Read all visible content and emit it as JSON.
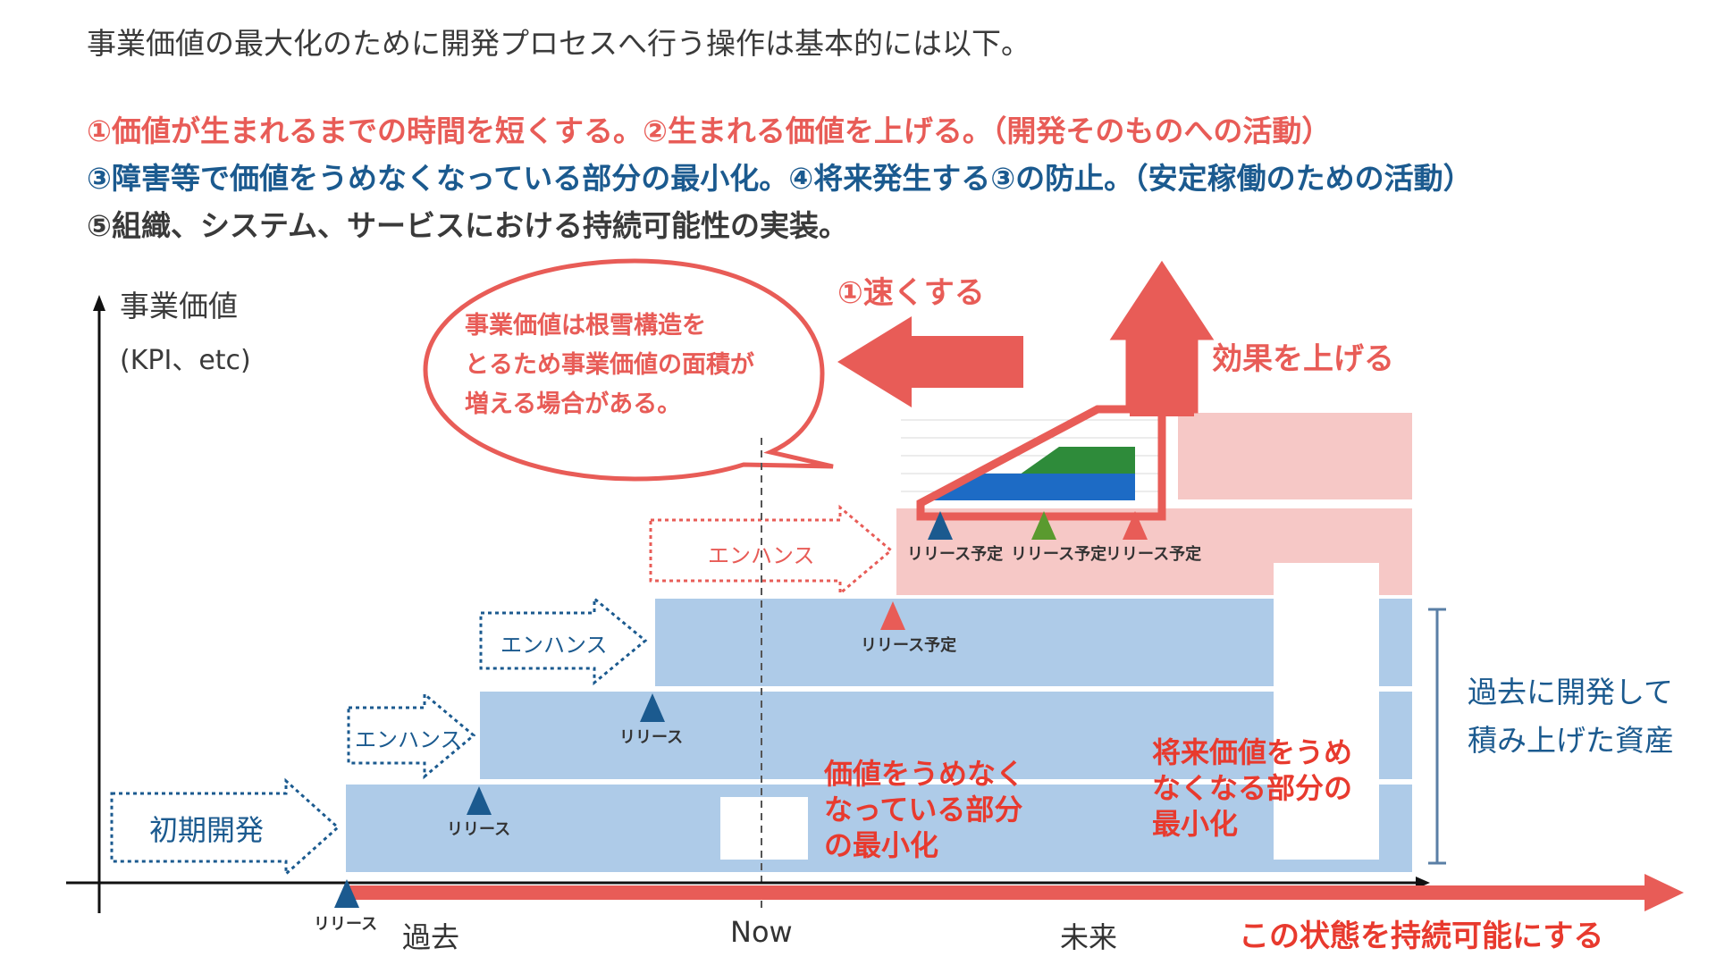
{
  "intro": "事業価値の最大化のために開発プロセスへ行う操作は基本的には以下。",
  "lines": [
    "①価値が生まれるまでの時間を短くする。②生まれる価値を上げる。（開発そのものへの活動）",
    "③障害等で価値をうめなくなっている部分の最小化。④将来発生する③の防止。（安定稼働のための活動）",
    "⑤組織、システム、サービスにおける持続可能性の実装。"
  ],
  "axis": {
    "y_label": "事業価値",
    "y_sub": "(KPI、etc)",
    "x_past": "過去",
    "x_now": "Now",
    "x_future": "未来"
  },
  "bubble": {
    "lines": [
      "事業価値は根雪構造を",
      "とるため事業価値の面積が",
      "増える場合がある。"
    ]
  },
  "speed_label": "①速くする",
  "effect_label": "効果を上げる",
  "steps": {
    "initial": "初期開発",
    "enhance": "エンハンス",
    "release": "リリース",
    "release_planned": "リリース予定"
  },
  "minimize_label": [
    "価値をうめなく",
    "なっている部分",
    "の最小化"
  ],
  "future_label": [
    "将来価値をうめ",
    "なくなる部分の",
    "最小化"
  ],
  "assets_label": [
    "過去に開発して",
    "積み上げた資産"
  ],
  "sustain_label": "この状態を持続可能にする",
  "colors": {
    "red": "#e85c57",
    "blue_dark": "#1b5a8f",
    "blue_light": "#aecbe8",
    "pink": "#f6c8c6",
    "green": "#2e8b3a",
    "blue_mid": "#1d6bc5"
  }
}
